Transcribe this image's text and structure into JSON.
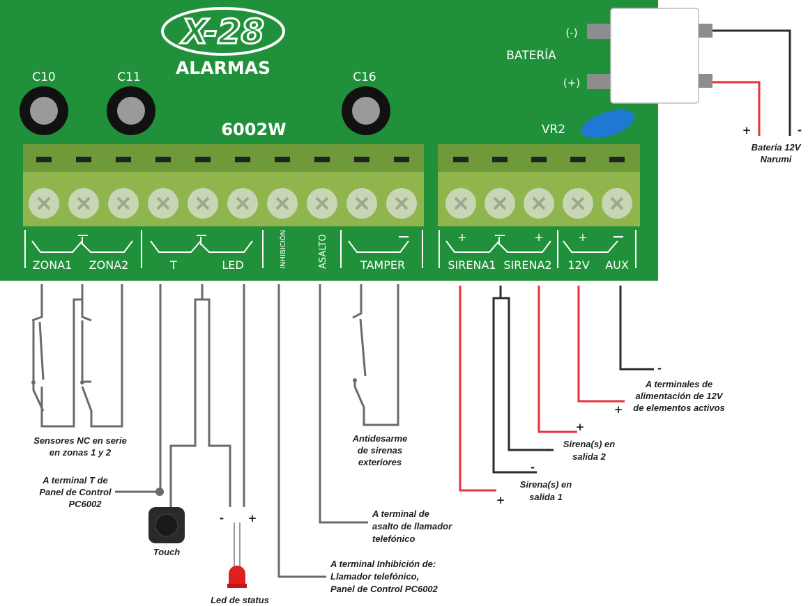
{
  "board": {
    "model": "6002W",
    "logo_top": "X-28",
    "logo_bottom": "ALARMAS",
    "capacitors": [
      "C10",
      "C11",
      "C16"
    ],
    "battery_label": "BATERÍA",
    "battery_neg": "(-)",
    "battery_pos": "(+)",
    "trimmer": "VR2",
    "colors": {
      "pcb": "#20913a",
      "terminal": "#8fb54c",
      "screw": "#c9d6b5",
      "trimmer": "#1f78d1"
    }
  },
  "terminals_left": {
    "zona1": "ZONA1",
    "zona2": "ZONA2",
    "t": "T",
    "led": "LED",
    "inhibicion": "INHIBICIÓN",
    "asalto": "ASALTO",
    "tamper": "TAMPER"
  },
  "terminals_right": {
    "sirena1": "SIRENA1",
    "sirena2": "SIRENA2",
    "v12": "12V",
    "aux": "AUX",
    "plus": "+"
  },
  "notes": {
    "sensores_1": "Sensores NC en serie",
    "sensores_2": "en zonas 1 y 2",
    "terminal_t_1": "A terminal T de",
    "terminal_t_2": "Panel de Control",
    "terminal_t_3": "PC6002",
    "touch": "Touch",
    "led_status": "Led de status",
    "inhib_1": "A terminal Inhibición de:",
    "inhib_2": "Llamador telefónico,",
    "inhib_3": "Panel de Control PC6002",
    "asalto_1": "A terminal de",
    "asalto_2": "asalto de llamador",
    "asalto_3": "telefónico",
    "antidesarme_1": "Antidesarme",
    "antidesarme_2": "de sirenas",
    "antidesarme_3": "exteriores",
    "sirena1_1": "Sirena(s) en",
    "sirena1_2": "salida 1",
    "sirena2_1": "Sirena(s) en",
    "sirena2_2": "salida 2",
    "alim_1": "A terminales de",
    "alim_2": "alimentación de 12V",
    "alim_3": "de elementos activos",
    "bateria_1": "Bateria 12V",
    "bateria_2": "Narumi"
  },
  "signs": {
    "plus": "+",
    "minus": "-"
  }
}
